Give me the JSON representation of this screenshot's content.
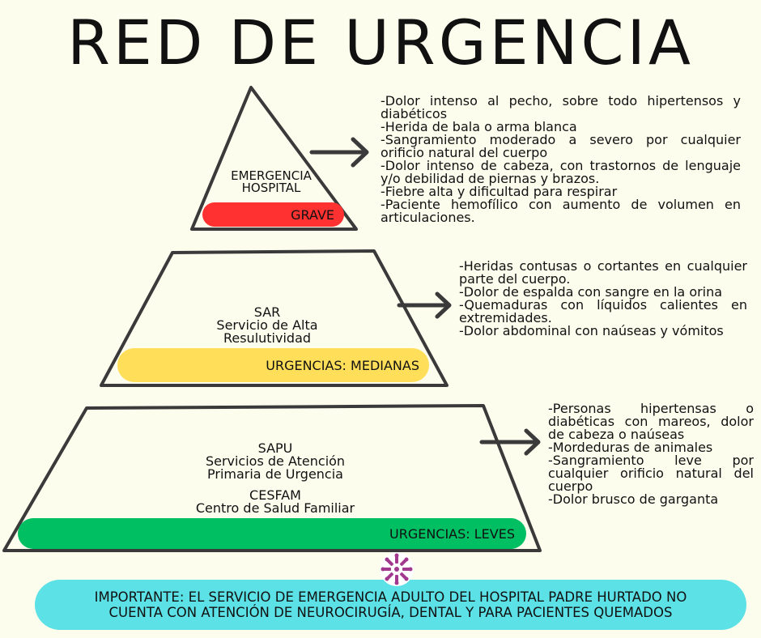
{
  "title": "RED DE URGENCIA",
  "levels": [
    {
      "labels": [
        "EMERGENCIA",
        "HOSPITAL"
      ],
      "badge": "GRAVE",
      "color": "#ff3131",
      "items": [
        "-Dolor intenso al pecho, sobre todo hipertensos y diabéticos",
        "-Herida de bala o arma blanca",
        "-Sangramiento moderado a severo por cualquier orificio natural del cuerpo",
        "-Dolor intenso de cabeza, con trastornos de lenguaje y/o debilidad de piernas y brazos.",
        "-Fiebre alta y dificultad para respirar",
        "-Paciente hemofílico con aumento de volumen en articulaciones."
      ]
    },
    {
      "labels": [
        "SAR",
        "Servicio de Alta",
        "Resulutividad"
      ],
      "badge": "URGENCIAS: MEDIANAS",
      "color": "#ffde59",
      "items": [
        "-Heridas contusas o cortantes en cualquier parte del cuerpo.",
        "-Dolor de espalda con sangre en la orina",
        "-Quemaduras con líquidos calientes en extremidades.",
        "-Dolor abdominal con naúseas y vómitos"
      ]
    },
    {
      "labels": [
        "SAPU",
        "Servicios de Atención",
        "Primaria de Urgencia",
        "CESFAM",
        "Centro de Salud Familiar"
      ],
      "badge": "URGENCIAS: LEVES",
      "color": "#00bf63",
      "items": [
        "-Personas hipertensas o diabéticas con mareos, dolor de cabeza o naúseas",
        "-Mordeduras de animales",
        "-Sangramiento leve por cualquier orificio natural del cuerpo",
        "-Dolor brusco de garganta"
      ]
    }
  ],
  "banner": {
    "line1": "IMPORTANTE: EL SERVICIO DE EMERGENCIA ADULTO DEL HOSPITAL PADRE HURTADO NO",
    "line2": "CUENTA CON ATENCIÓN DE NEUROCIRUGÍA, DENTAL Y PARA PACIENTES QUEMADOS",
    "color": "#5ce1e6"
  }
}
